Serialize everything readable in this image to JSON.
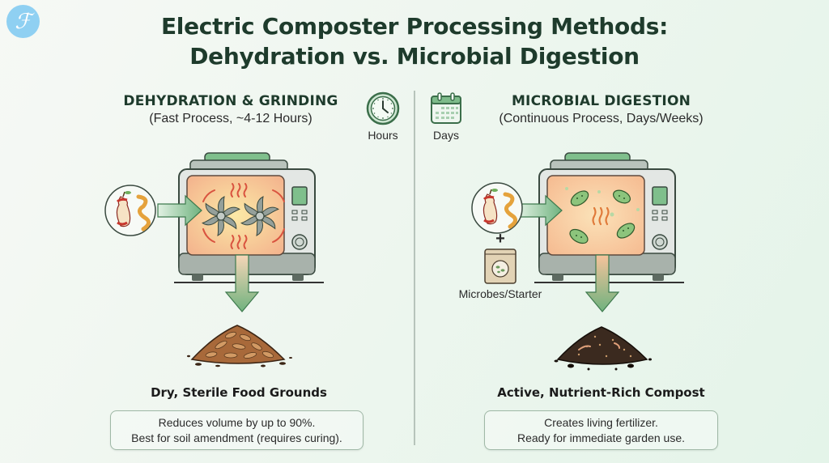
{
  "brand": {
    "logo_letter": "ℱ",
    "logo_color": "#8fd0f2"
  },
  "header": {
    "title_line1": "Electric Composter Processing Methods:",
    "title_line2": "Dehydration vs. Microbial Digestion"
  },
  "timescale": {
    "hours_icon": "clock-icon",
    "hours_label": "Hours",
    "days_icon": "calendar-icon",
    "days_label": "Days"
  },
  "left": {
    "title": "DEHYDRATION & GRINDING",
    "subtitle": "(Fast Process, ~4-12 Hours)",
    "input_icon": "food-scraps-icon",
    "machine_icon": "composter-heat-grinder-icon",
    "output_icon": "dry-grounds-pile-icon",
    "result": "Dry, Sterile Food Grounds",
    "note_line1": "Reduces volume by up to 90%.",
    "note_line2": "Best for soil amendment (requires curing)."
  },
  "right": {
    "title": "MICROBIAL DIGESTION",
    "subtitle": "(Continuous Process, Days/Weeks)",
    "input_icon": "food-scraps-icon",
    "plus": "+",
    "starter_icon": "microbe-starter-packet-icon",
    "starter_label": "Microbes/Starter",
    "machine_icon": "composter-microbes-icon",
    "output_icon": "compost-pile-icon",
    "result": "Active, Nutrient-Rich Compost",
    "note_line1": "Creates living fertilizer.",
    "note_line2": "Ready for immediate garden use."
  },
  "colors": {
    "title": "#1e3b2c",
    "accent_green": "#6fb27e",
    "arrow_red": "#d9533f",
    "divider": "#b7c4bb"
  }
}
